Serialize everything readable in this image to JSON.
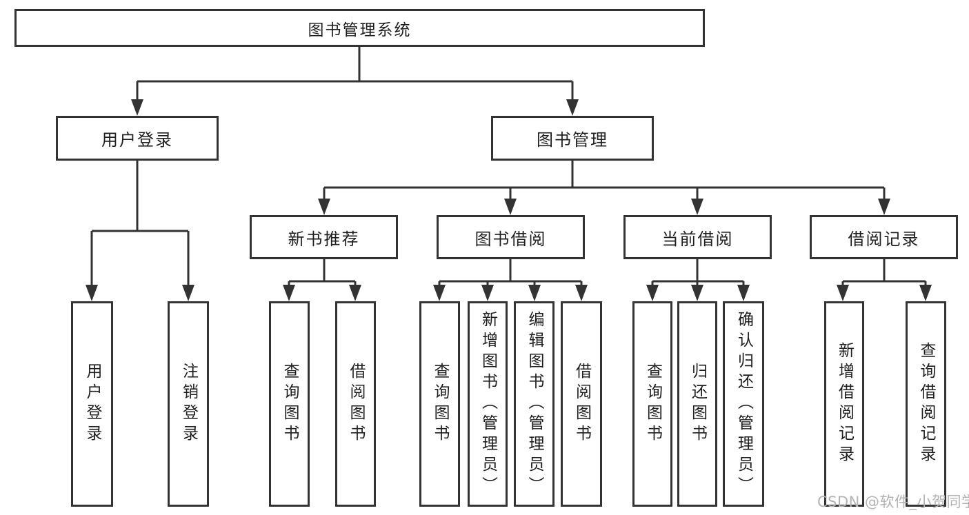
{
  "diagram": {
    "root": "图书管理系统",
    "branches": [
      {
        "label": "用户登录",
        "children": [
          "用户登录",
          "注销登录"
        ]
      },
      {
        "label": "图书管理",
        "sub": [
          {
            "label": "新书推荐",
            "children": [
              "查询图书",
              "借阅图书"
            ]
          },
          {
            "label": "图书借阅",
            "children": [
              "查询图书",
              "新增图书（管理员）",
              "编辑图书（管理员）",
              "借阅图书"
            ]
          },
          {
            "label": "当前借阅",
            "children": [
              "查询图书",
              "归还图书",
              "确认归还（管理员）"
            ]
          },
          {
            "label": "借阅记录",
            "children": [
              "新增借阅记录",
              "查询借阅记录"
            ]
          }
        ]
      }
    ],
    "colors": {
      "line": "#333333",
      "text": "#1f1f1f",
      "watermark": "#b3b3b3"
    },
    "watermark": "CSDN @软件_小贺同学"
  }
}
